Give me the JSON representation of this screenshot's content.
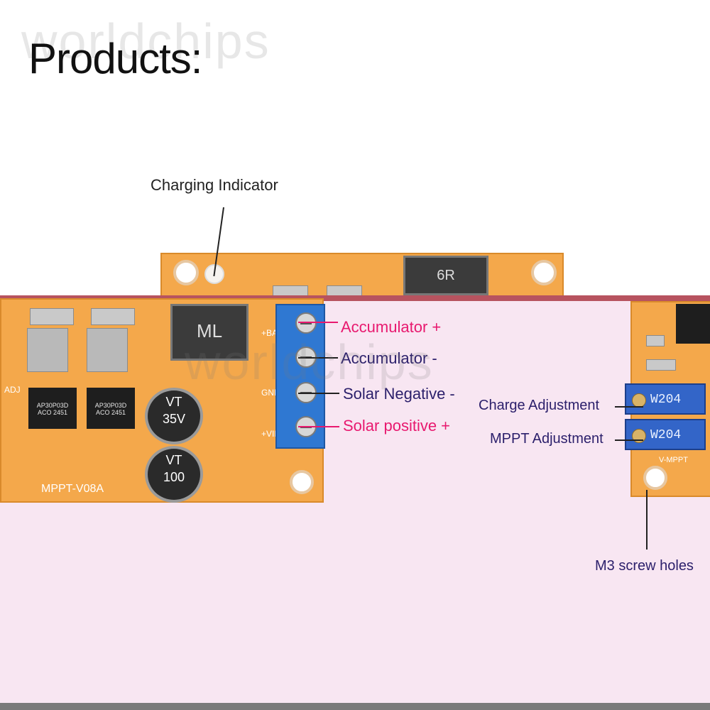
{
  "heading": "Products:",
  "watermark": "worldchips",
  "labels": {
    "charging_indicator": "Charging Indicator",
    "accumulator_plus": "Accumulator +",
    "accumulator_minus": "Accumulator -",
    "solar_negative": "Solar Negative -",
    "solar_positive": "Solar positive +",
    "charge_adjustment": "Charge Adjustment",
    "mppt_adjustment": "MPPT Adjustment",
    "m3_screw_holes": "M3 screw holes"
  },
  "board_markings": {
    "model": "MPPT-V08A",
    "terminal_bat": "+BAT",
    "terminal_gnd": "GND",
    "terminal_vin": "+VIN",
    "adj": "ADJ",
    "mosfet_1": "AP30P03D",
    "mosfet_2": "AP30P03D",
    "mosfet_code": "ACO 2451",
    "cap_value": "100",
    "cap_voltage": "35V",
    "cap_series": "VT",
    "pot_code": "W204",
    "v_mppt": "V-MPPT",
    "inductor_mark": "ML",
    "top_inductor_mark": "6R"
  },
  "colors": {
    "panel_bg": "#f8e6f2",
    "panel_border": "#b7535f",
    "label_dark": "#2b1f6b",
    "label_pink": "#e8196f",
    "pcb": "#f4a84b",
    "terminal_block": "#2f78d2"
  }
}
